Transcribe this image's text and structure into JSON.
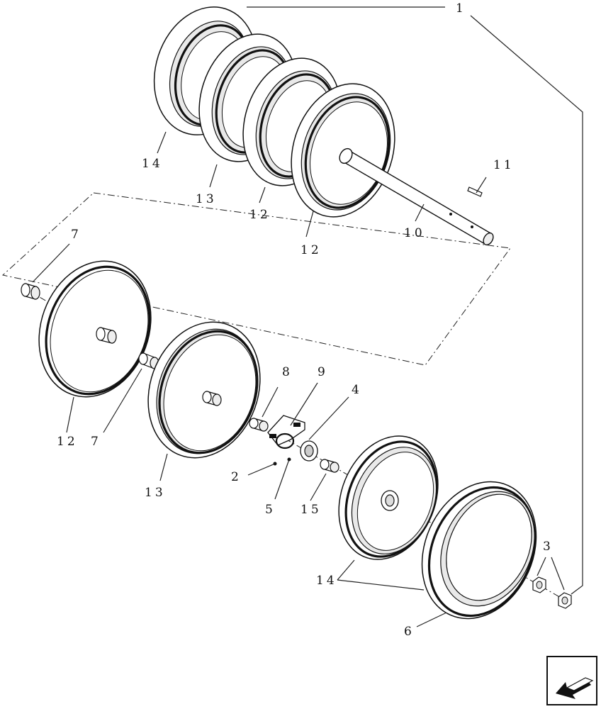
{
  "callouts": {
    "c1": "1",
    "c2": "2",
    "c3": "3",
    "c4": "4",
    "c5": "5",
    "c6": "6",
    "c7a": "7",
    "c7b": "7",
    "c8": "8",
    "c9": "9",
    "c10": "10",
    "c11": "11",
    "c12a": "12",
    "c12b": "12",
    "c12c": "12",
    "c13a": "13",
    "c13b": "13",
    "c14a": "14",
    "c14b": "14",
    "c15": "15"
  },
  "icons": {
    "nav": "previous-page-arrow-icon"
  }
}
